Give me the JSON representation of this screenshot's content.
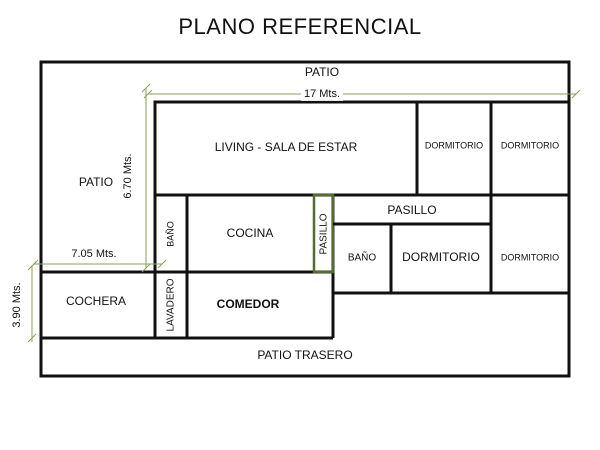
{
  "title": "PLANO REFERENCIAL",
  "rooms": {
    "patio_top": "PATIO",
    "patio_left": "PATIO",
    "living": "LIVING - SALA DE ESTAR",
    "dormitorio_1": "DORMITORIO",
    "dormitorio_2": "DORMITORIO",
    "bano_1": "BAÑO",
    "cocina": "COCINA",
    "pasillo_v": "PASILLO",
    "pasillo_h": "PASILLO",
    "bano_2": "BAÑO",
    "dormitorio_3": "DORMITORIO",
    "dormitorio_4": "DORMITORIO",
    "cochera": "COCHERA",
    "lavadero": "LAVADERO",
    "comedor": "COMEDOR",
    "patio_trasero": "PATIO TRASERO"
  },
  "dimensions": {
    "width_total": "17 Mts.",
    "depth_main": "6.70 Mts.",
    "width_front": "7.05 Mts.",
    "depth_cochera": "3.90 Mts."
  },
  "colors": {
    "wall": "#111111",
    "dimension": "#8aa05a",
    "pasillo_outline": "#556b2f"
  }
}
